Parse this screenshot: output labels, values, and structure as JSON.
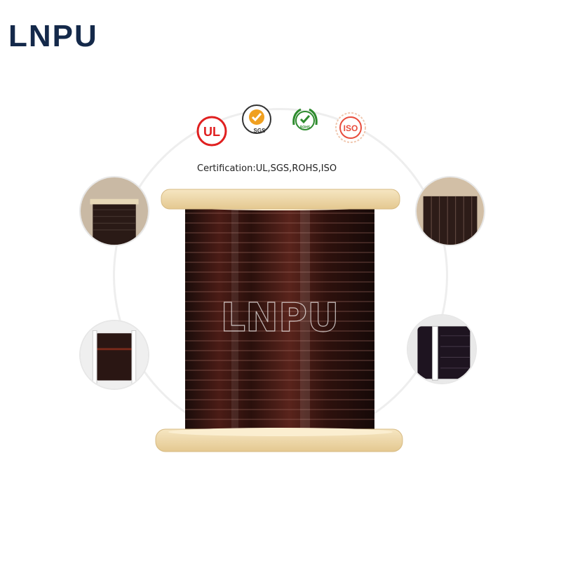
{
  "brand": {
    "logo_text": "LNPU",
    "watermark_text": "LNPU"
  },
  "certifications": {
    "caption": "Certification:UL,SGS,ROHS,ISO",
    "badges": [
      {
        "icon": "ul-icon",
        "label": "UL",
        "color": "#e02020"
      },
      {
        "icon": "sgs-icon",
        "label": "SGS",
        "color": "#f0a020"
      },
      {
        "icon": "rohs-icon",
        "label": "ROHS",
        "color": "#2e8b2e"
      },
      {
        "icon": "iso-icon",
        "label": "ISO",
        "color": "#e84d3d"
      }
    ]
  },
  "colors": {
    "logo": "#14294a",
    "wire": "#3a1410",
    "wood": "#f1dcae"
  }
}
